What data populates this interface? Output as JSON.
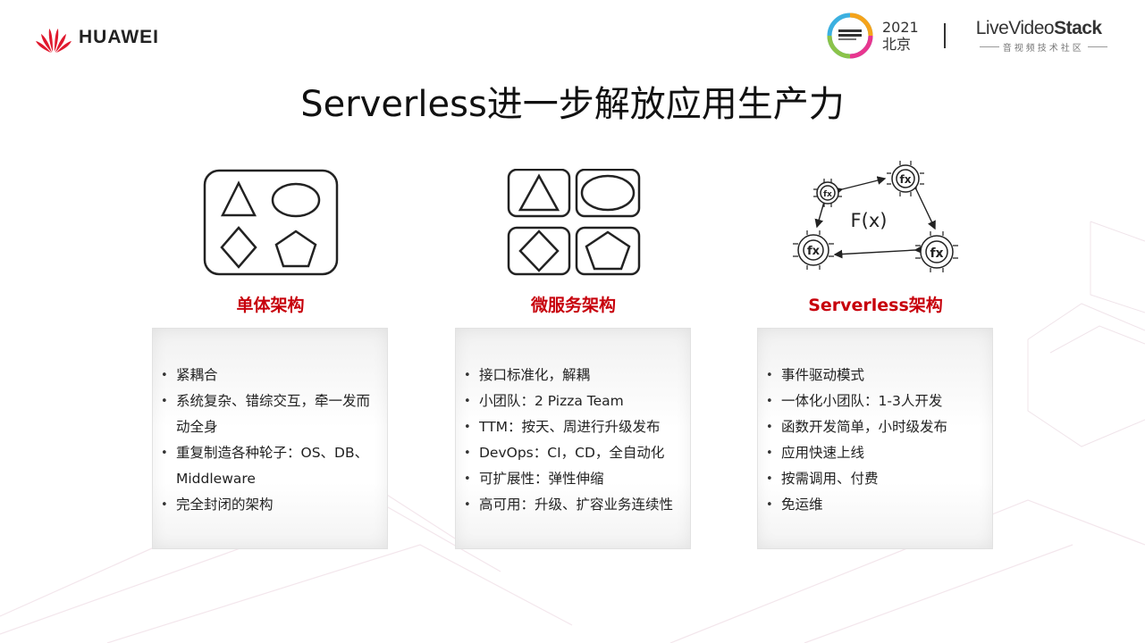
{
  "header": {
    "brand": "HUAWEI",
    "conference_year": "2021",
    "conference_city": "北京",
    "community_name_prefix": "LiveVideo",
    "community_name_suffix": "Stack",
    "community_subtitle": "音视频技术社区"
  },
  "title": "Serverless进一步解放应用生产力",
  "architectures": [
    {
      "title": "单体架构",
      "items": [
        "紧耦合",
        "系统复杂、错综交互，牵一发而动全身",
        "重复制造各种轮子：OS、DB、Middleware",
        "完全封闭的架构"
      ]
    },
    {
      "title": "微服务架构",
      "items": [
        "接口标准化，解耦",
        "小团队：2 Pizza Team",
        "TTM：按天、周进行升级发布",
        "DevOps：CI，CD，全自动化",
        "可扩展性：弹性伸缩",
        "高可用：升级、扩容业务连续性"
      ]
    },
    {
      "title": "Serverless架构",
      "items": [
        "事件驱动模式",
        "一体化小团队：1-3人开发",
        "函数开发简单，小时级发布",
        "应用快速上线",
        "按需调用、付费",
        "免运维"
      ]
    }
  ],
  "serverless_diagram": {
    "center_label": "F(x)",
    "node_label": "fx"
  },
  "colors": {
    "accent": "#c7000b",
    "text": "#222222",
    "card_border": "#e2e2e2"
  }
}
